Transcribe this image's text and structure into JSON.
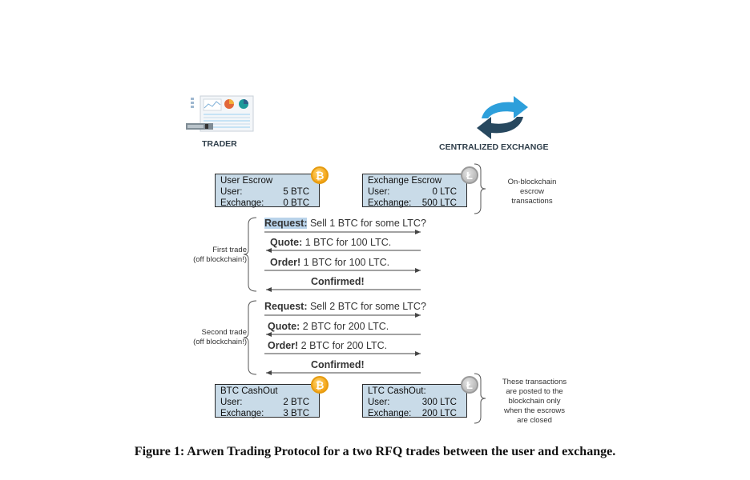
{
  "trader_label": "TRADER",
  "exchange_label": "CENTRALIZED EXCHANGE",
  "user_escrow": {
    "title": "User Escrow",
    "user_label": "User:",
    "user_value": "5 BTC",
    "exchange_label": "Exchange:",
    "exchange_value": "0 BTC"
  },
  "exchange_escrow": {
    "title": "Exchange Escrow",
    "user_label": "User:",
    "user_value": "0 LTC",
    "exchange_label": "Exchange:",
    "exchange_value": "500 LTC"
  },
  "btc_cashout": {
    "title": "BTC CashOut",
    "user_label": "User:",
    "user_value": "2 BTC",
    "exchange_label": "Exchange:",
    "exchange_value": "3 BTC"
  },
  "ltc_cashout": {
    "title": "LTC CashOut:",
    "user_label": "User:",
    "user_value": "300 LTC",
    "exchange_label": "Exchange:",
    "exchange_value": "200 LTC"
  },
  "coin_btc_symbol": "₿",
  "coin_ltc_symbol": "Ł",
  "on_chain_note": [
    "On-blockchain",
    "escrow",
    "transactions"
  ],
  "first_trade_note": [
    "First trade",
    "(off blockchain!)"
  ],
  "second_trade_note": [
    "Second trade",
    "(off blockchain!)"
  ],
  "closing_note": [
    "These transactions",
    "are posted to the",
    "blockchain only",
    "when the escrows",
    "are closed"
  ],
  "first_trade": {
    "request_bold": "Request:",
    "request_text": " Sell 1 BTC for some LTC?",
    "quote_bold": "Quote:",
    "quote_text": " 1 BTC for 100 LTC.",
    "order_bold": "Order!",
    "order_text": " 1 BTC for 100 LTC.",
    "confirmed": "Confirmed!"
  },
  "second_trade": {
    "request_bold": "Request:",
    "request_text": " Sell 2 BTC for some LTC?",
    "quote_bold": "Quote:",
    "quote_text": " 2 BTC for 200 LTC.",
    "order_bold": "Order!",
    "order_text": " 2 BTC for 200 LTC.",
    "confirmed": "Confirmed!"
  },
  "caption": "Figure 1: Arwen Trading Protocol for a two RFQ trades between the user and exchange.",
  "colors": {
    "box_fill": "#c9dbe8",
    "arrow_blue": "#2d9fdb",
    "arrow_dark": "#27485f",
    "btc": "#f4a517",
    "ltc": "#b9b9b9"
  }
}
